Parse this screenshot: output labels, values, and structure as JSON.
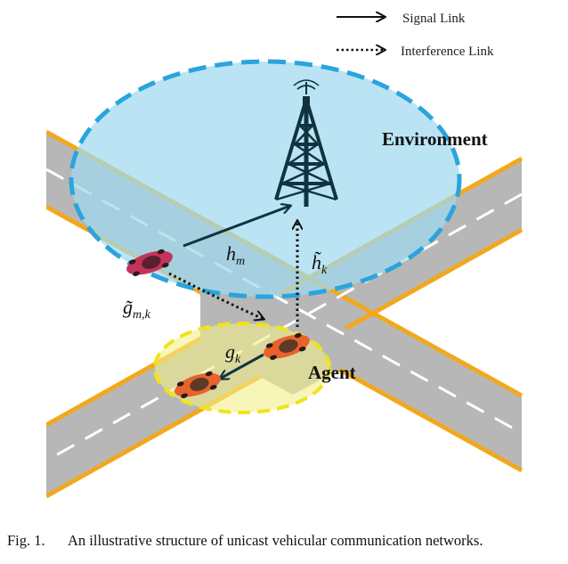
{
  "legend": {
    "signal_label": "Signal Link",
    "interference_label": "Interference Link"
  },
  "environment_label": "Environment",
  "agent_label": "Agent",
  "links": {
    "h_m": {
      "base": "h",
      "sub": "m"
    },
    "h_k": {
      "base": "h̃",
      "sub": "k"
    },
    "g_mk": {
      "base": "g̃",
      "sub": "m,k"
    },
    "g_k": {
      "base": "g",
      "sub": "k"
    }
  },
  "caption": {
    "number": "Fig. 1.",
    "text": "An illustrative structure of unicast vehicular communication networks."
  },
  "colors": {
    "road": "#b7b7b7",
    "road_edge": "#f2a81d",
    "lane_dash": "#ffffff",
    "environment_fill": "#9fd9ee",
    "environment_border": "#2ba4dd",
    "agent_fill": "#f4ef8a",
    "agent_border": "#f2e31a",
    "tower": "#0f3440",
    "car_red": "#c2345a",
    "car_orange": "#e8622c"
  }
}
